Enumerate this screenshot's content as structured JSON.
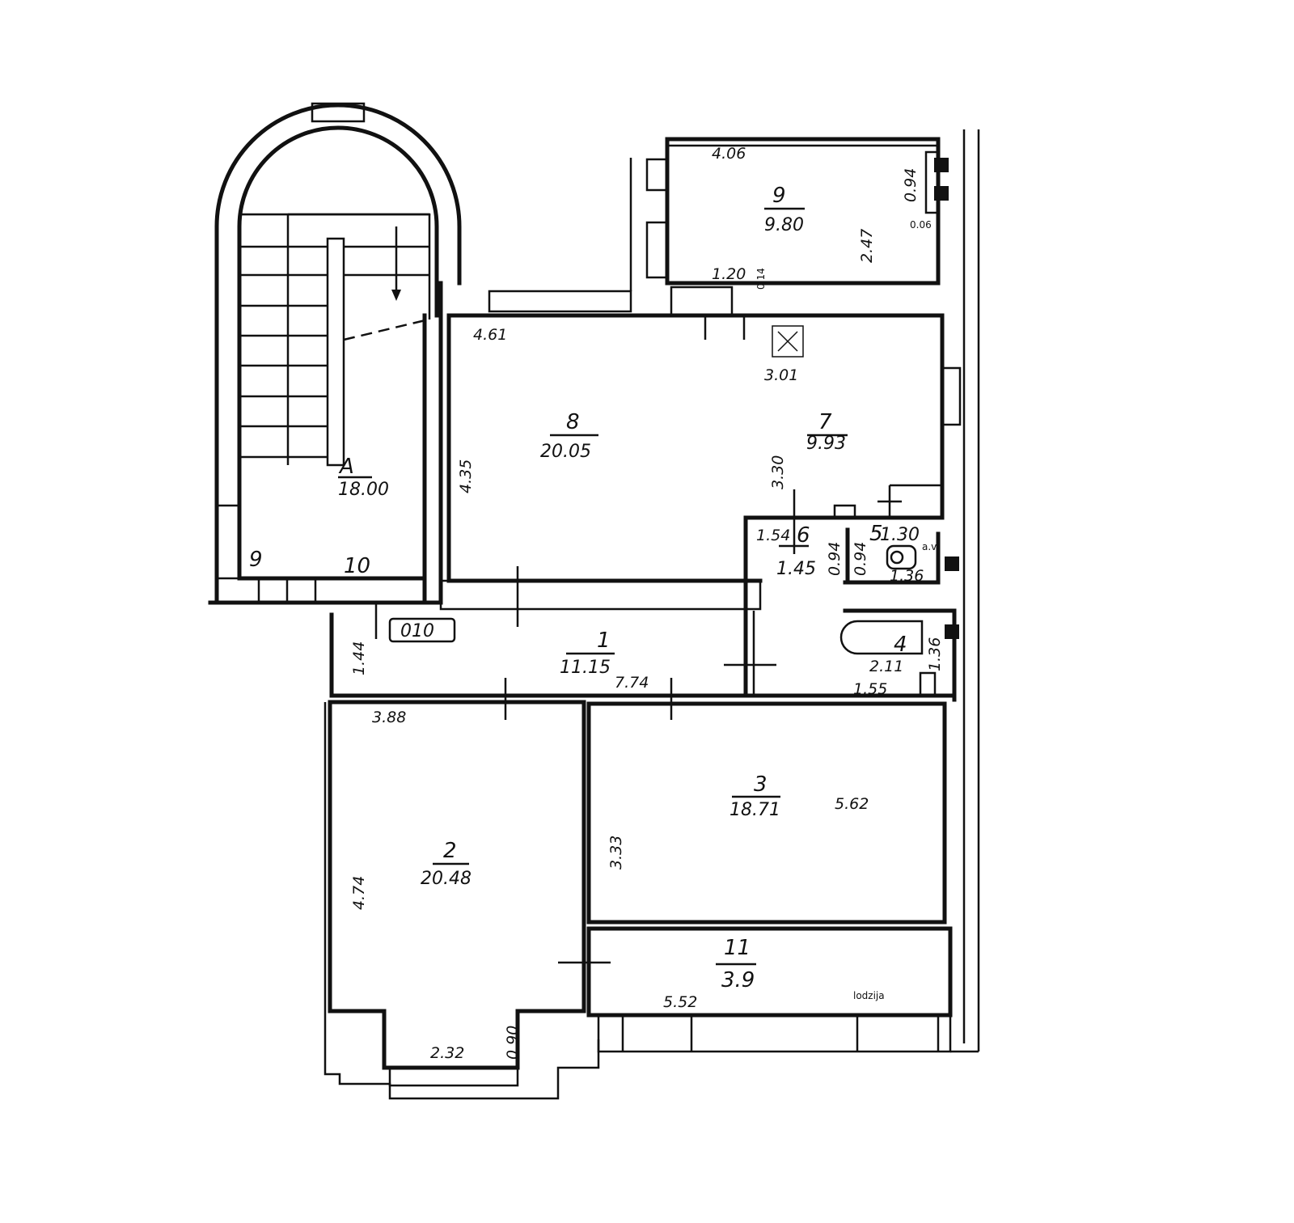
{
  "rooms": {
    "A": {
      "num": "A",
      "area": "18.00"
    },
    "r1": {
      "num": "1",
      "area": "11.15"
    },
    "r2": {
      "num": "2",
      "area": "20.48"
    },
    "r3": {
      "num": "3",
      "area": "18.71"
    },
    "r4": {
      "num": "4"
    },
    "r5": {
      "num": "5",
      "area": "1.30"
    },
    "r6": {
      "num": "6",
      "area": "1.45"
    },
    "r7": {
      "num": "7",
      "area": "9.93"
    },
    "r8": {
      "num": "8",
      "area": "20.05"
    },
    "r9": {
      "num": "9",
      "area": "9.80"
    },
    "r11": {
      "num": "11",
      "area": "3.9",
      "label": "lodzija"
    }
  },
  "stair_labels": {
    "left": "9",
    "right": "10"
  },
  "apartment_tag": "010",
  "dimensions": {
    "d406": "4.06",
    "d094": "0.94",
    "d006": "0.06",
    "d247": "2.47",
    "d120": "1.20",
    "d014": "0.14",
    "d461": "4.61",
    "d435": "4.35",
    "d301": "3.01",
    "d330": "3.30",
    "d154": "1.54",
    "d094b": "0.94",
    "d094c": "0.94",
    "d136": "1.36",
    "d136b": "1.36",
    "d211": "2.11",
    "d155": "1.55",
    "d144": "1.44",
    "d774": "7.74",
    "d388": "3.88",
    "d474": "4.74",
    "d333": "3.33",
    "d562": "5.62",
    "d552": "5.52",
    "d232": "2.32",
    "d090": "0.90",
    "av": "a.v."
  }
}
